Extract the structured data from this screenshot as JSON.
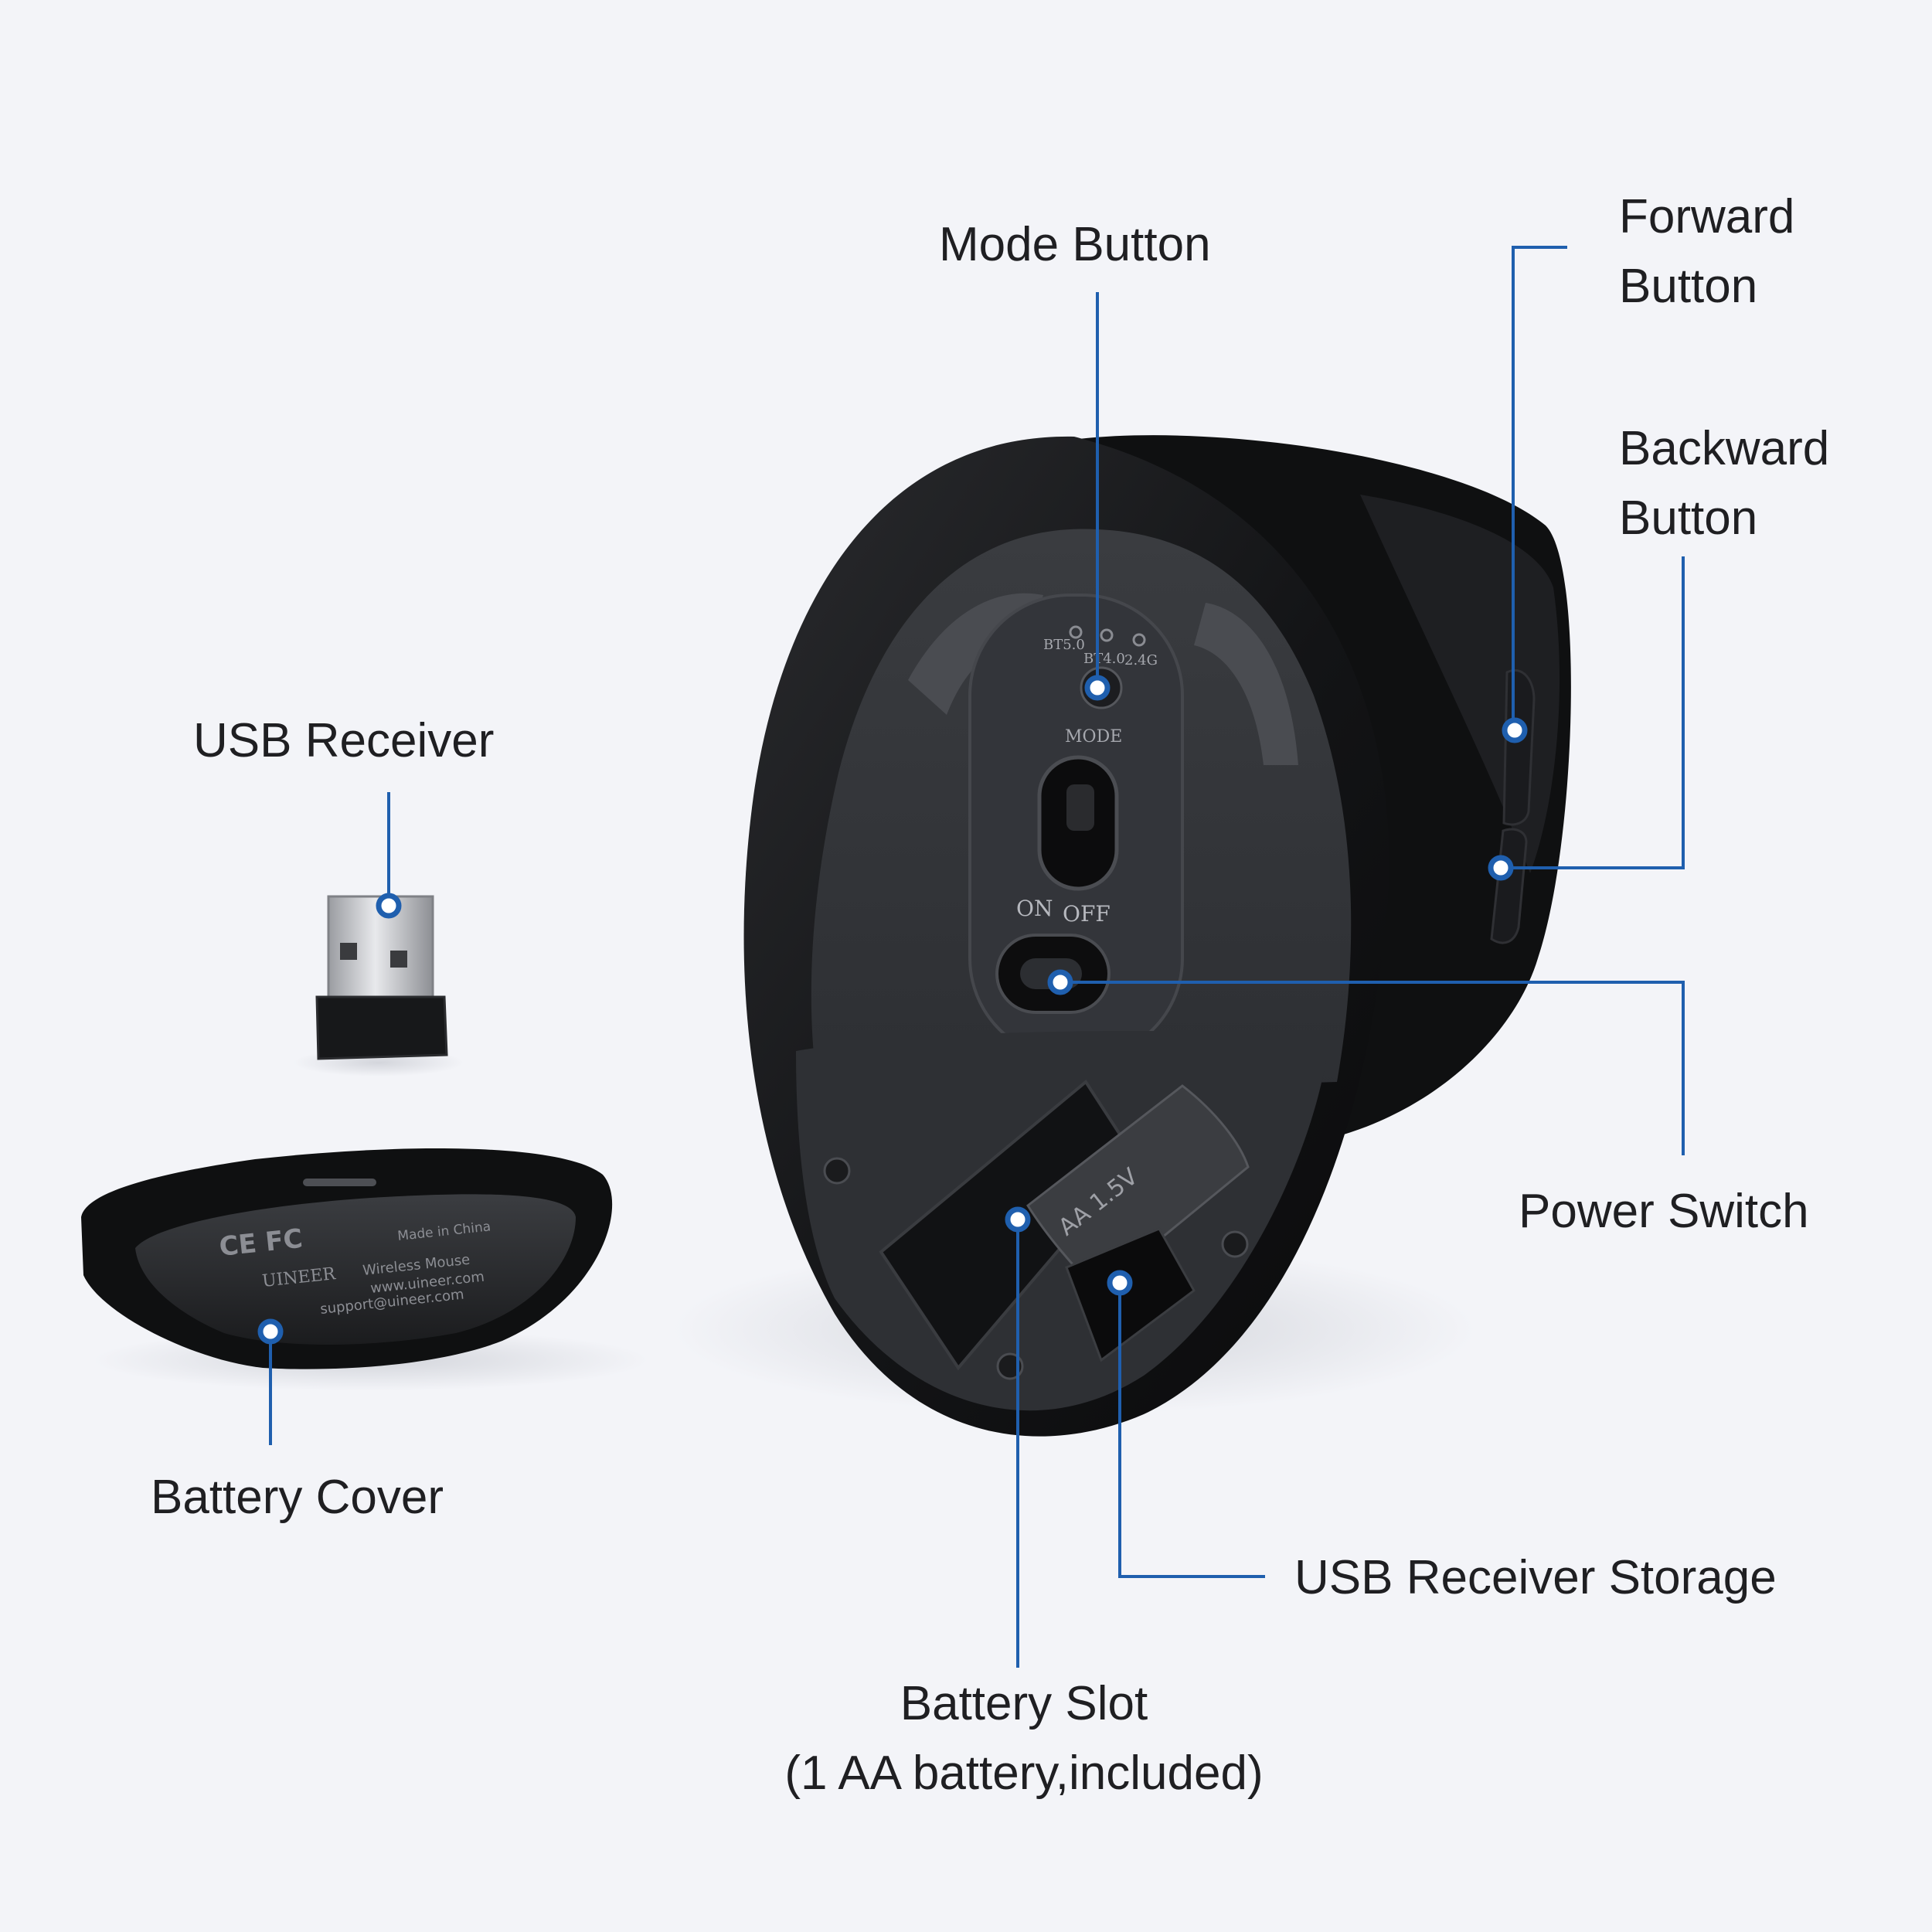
{
  "accent_color": "#1f5fae",
  "device_color": "#141516",
  "background_color": "#f3f4f8",
  "labels": {
    "mode_button": "Mode Button",
    "forward_button": [
      "Forward",
      "Button"
    ],
    "backward_button": [
      "Backward",
      "Button"
    ],
    "usb_receiver": "USB Receiver",
    "power_switch": "Power Switch",
    "battery_cover": "Battery Cover",
    "usb_receiver_storage": "USB Receiver Storage",
    "battery_slot": [
      "Battery Slot",
      "(1 AA battery,included)"
    ]
  },
  "device_markings": {
    "led_bt5": "BT5.0",
    "led_bt4": "BT4.0",
    "led_24g": "2.4G",
    "mode": "MODE",
    "on": "ON",
    "off": "OFF",
    "battery": "AA 1.5V",
    "cover_brand": "UINEER",
    "cover_certs": "CE FC",
    "cover_made_in": "Made in China",
    "cover_product": "Wireless Mouse",
    "cover_site": "www.uineer.com",
    "cover_email": "support@uineer.com"
  }
}
